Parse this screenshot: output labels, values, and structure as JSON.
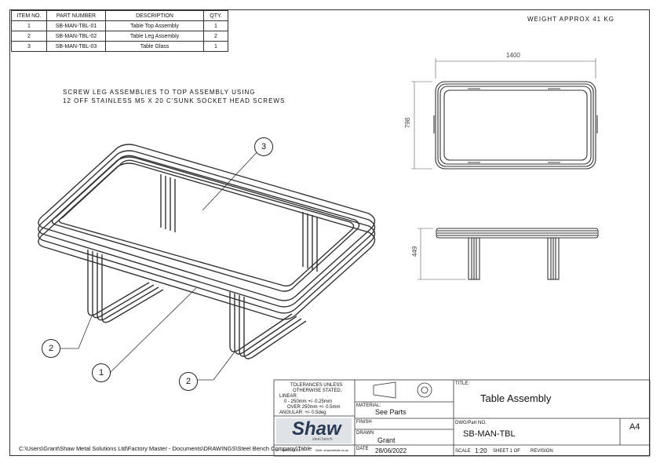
{
  "bom": {
    "headers": [
      "ITEM NO.",
      "PART NUMBER",
      "DESCRIPTION",
      "QTY."
    ],
    "rows": [
      [
        "1",
        "SB-MAN-TBL-01",
        "Table Top Assembly",
        "1"
      ],
      [
        "2",
        "SB-MAN-TBL-02",
        "Table Leg Assembly",
        "2"
      ],
      [
        "3",
        "SB-MAN-TBL-03",
        "Table Glass",
        "1"
      ]
    ]
  },
  "weight": "WEIGHT APPROX 41 KG",
  "note": {
    "line1": "SCREW LEG ASSEMBLIES TO TOP ASSEMBLY USING",
    "line2": "12 OFF STAINLESS M5 X 20 C'SUNK SOCKET HEAD SCREWS"
  },
  "dimensions": {
    "width": "1400",
    "depth": "798",
    "height": "449"
  },
  "balloons": {
    "b1": "1",
    "b2a": "2",
    "b2b": "2",
    "b3": "3"
  },
  "title_block": {
    "tolerances": {
      "line1": "TOLERANCES UNLESS",
      "line2": "OTHERWISE STATED.",
      "line3": "LINEAR:",
      "line4": "0 - 250mm      +/-  0.25mm",
      "line5": "OVER 250mm    +/-  0.5mm",
      "line6": "ANGULAR:         +/-  0.5deg"
    },
    "logo": "Shaw",
    "logo_sub": "steel bench",
    "contact_left": "Tel: 01453 859191",
    "contact_right": "Web: shawmetals.co.uk",
    "material_label": "MATERIAL:",
    "material_value": "See Parts",
    "finish_label": "FINISH",
    "drawn_label": "DRAWN",
    "drawn_value": "Grant",
    "date_label": "DATE",
    "date_value": "28/06/2022",
    "title_label": "TITLE:",
    "title_value": "Table Assembly",
    "dwg_label": "DWG/Part NO.",
    "dwg_value": "SB-MAN-TBL",
    "size": "A4",
    "scale_label": "SCALE",
    "scale_value": "1:20",
    "sheet": "SHEET 1 OF",
    "revision_label": "REVISION"
  },
  "file_path": "C:\\Users\\Grant\\Shaw Metal Solutions Ltd\\Factory Master - Documents\\DRAWINGS\\Steel Bench Company\\Table"
}
